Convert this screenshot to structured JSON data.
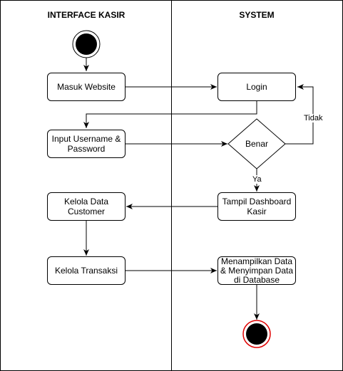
{
  "lanes": {
    "left_title": "INTERFACE KASIR",
    "right_title": "SYSTEM"
  },
  "activities": {
    "masuk_website": "Masuk Website",
    "login": "Login",
    "input_username": "Input Username & Password",
    "decision": "Benar",
    "tampil_dashboard": "Tampil Dashboard Kasir",
    "kelola_customer": "Kelola Data Customer",
    "kelola_transaksi": "Kelola Transaksi",
    "menampilkan_data": "Menampilkan Data & Menyimpan Data di Database"
  },
  "edge_labels": {
    "tidak": "Tidak",
    "ya": "Ya"
  },
  "colors": {
    "stroke": "#000000",
    "end_ring": "#e00000",
    "fill": "#000000"
  }
}
